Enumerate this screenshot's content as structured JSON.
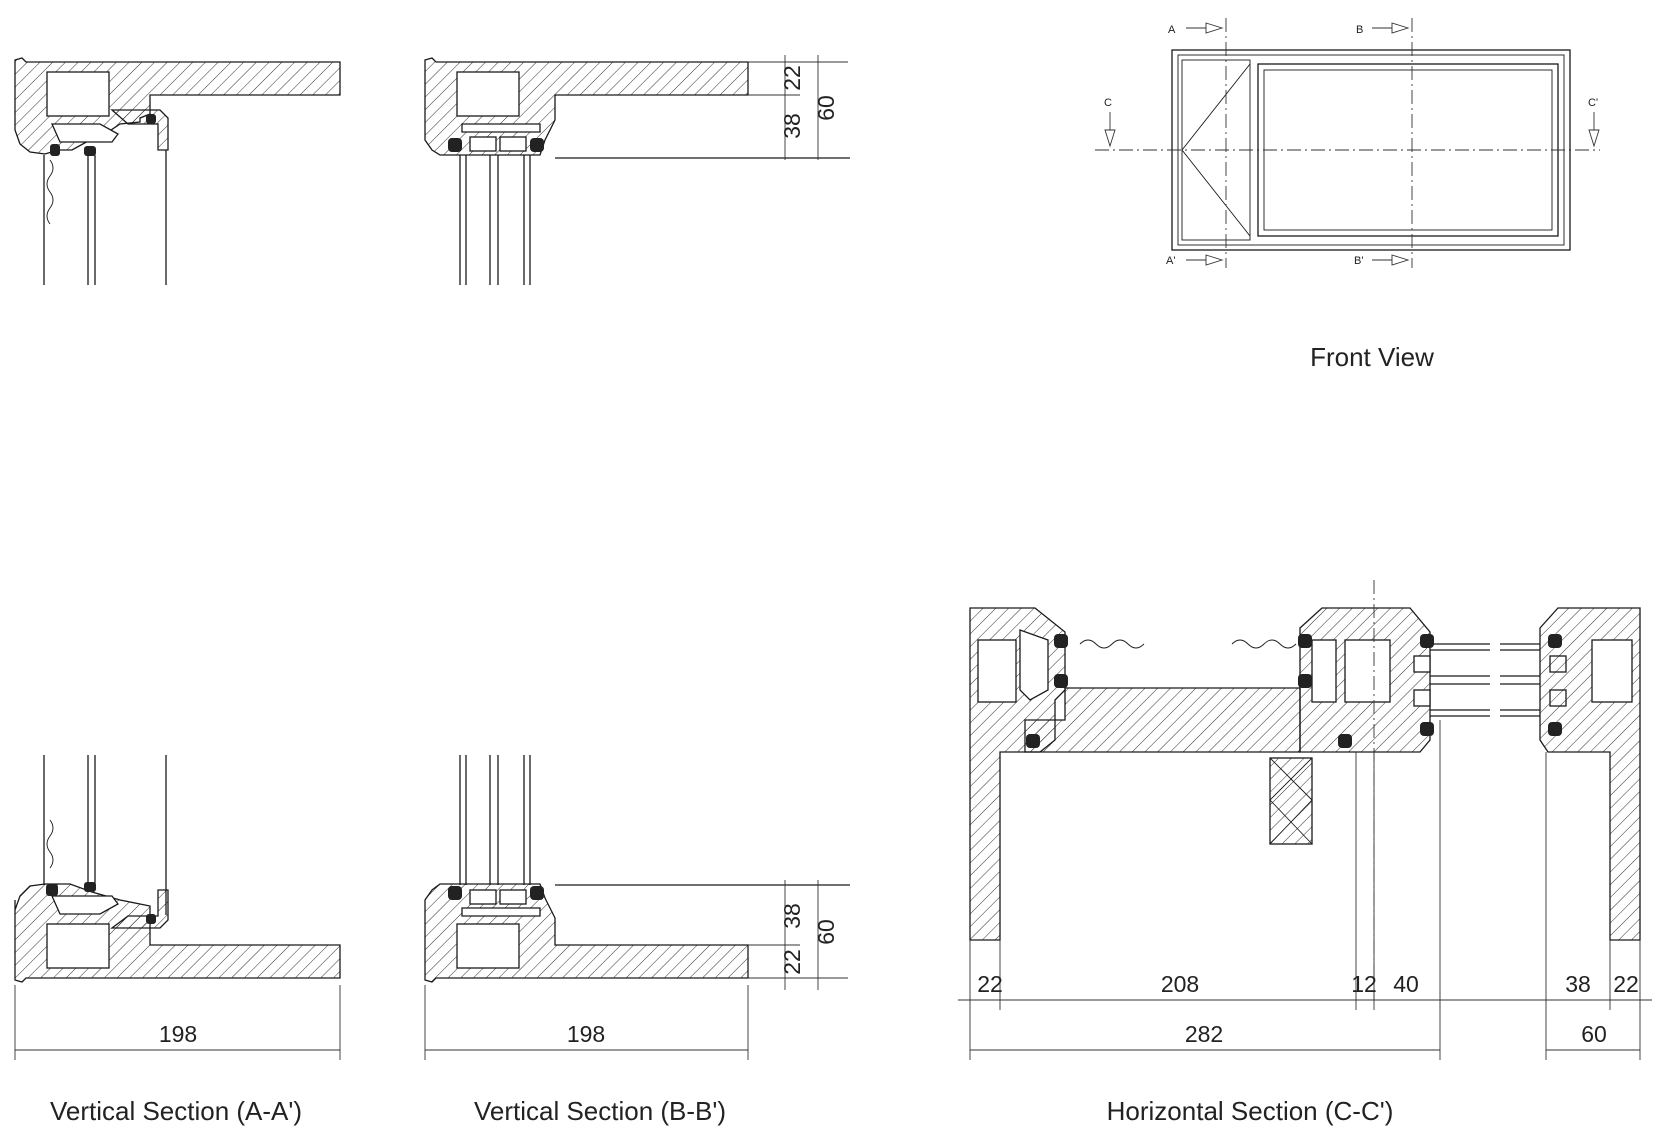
{
  "captions": {
    "front_view": "Front View",
    "vertical_section_a": "Vertical Section (A-A')",
    "vertical_section_b": "Vertical Section (B-B')",
    "horizontal_section_c": "Horizontal Section (C-C')"
  },
  "section_marks": {
    "a": "A",
    "a_prime": "A'",
    "b": "B",
    "b_prime": "B'",
    "c": "C",
    "c_prime": "C'"
  },
  "dimensions": {
    "va_width": "198",
    "vb_width": "198",
    "vb_top_22": "22",
    "vb_top_38": "38",
    "vb_top_60": "60",
    "vb_bot_38": "38",
    "vb_bot_22": "22",
    "vb_bot_60": "60",
    "hc_22_left": "22",
    "hc_208": "208",
    "hc_12": "12",
    "hc_40": "40",
    "hc_38": "38",
    "hc_22_right": "22",
    "hc_282": "282",
    "hc_60": "60"
  }
}
